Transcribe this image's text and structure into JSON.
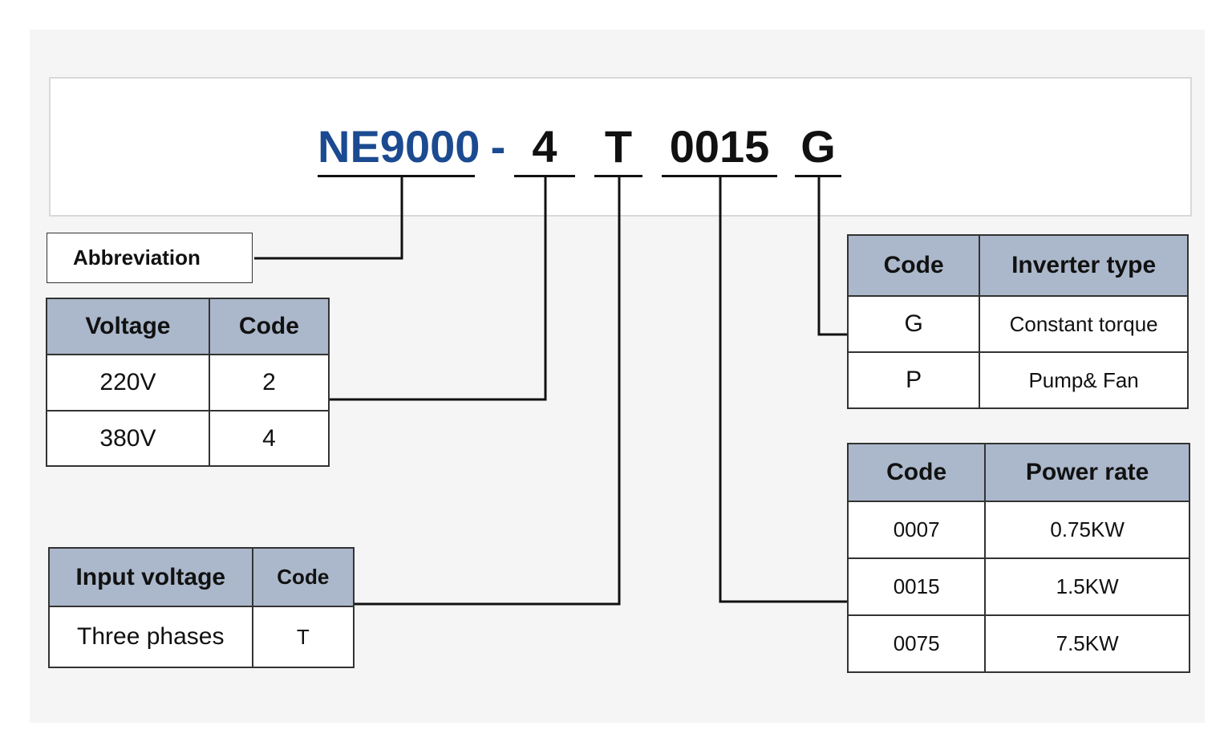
{
  "model": {
    "prefix": "NE9000",
    "dash": "-",
    "voltage_code": "4",
    "input_code": "T",
    "power_code": "0015",
    "type_code": "G"
  },
  "abbreviation_label": "Abbreviation",
  "voltage_table": {
    "headers": [
      "Voltage",
      "Code"
    ],
    "rows": [
      [
        "220V",
        "2"
      ],
      [
        "380V",
        "4"
      ]
    ]
  },
  "input_table": {
    "headers": [
      "Input voltage",
      "Code"
    ],
    "rows": [
      [
        "Three phases",
        "T"
      ]
    ]
  },
  "type_table": {
    "headers": [
      "Code",
      "Inverter type"
    ],
    "rows": [
      [
        "G",
        "Constant torque"
      ],
      [
        "P",
        "Pump& Fan"
      ]
    ]
  },
  "power_table": {
    "headers": [
      "Code",
      "Power rate"
    ],
    "rows": [
      [
        "0007",
        "0.75KW"
      ],
      [
        "0015",
        "1.5KW"
      ],
      [
        "0075",
        "7.5KW"
      ]
    ]
  },
  "colors": {
    "prefix_blue": "#1b4a91",
    "header_fill": "#abb8cb",
    "line": "#111111"
  }
}
